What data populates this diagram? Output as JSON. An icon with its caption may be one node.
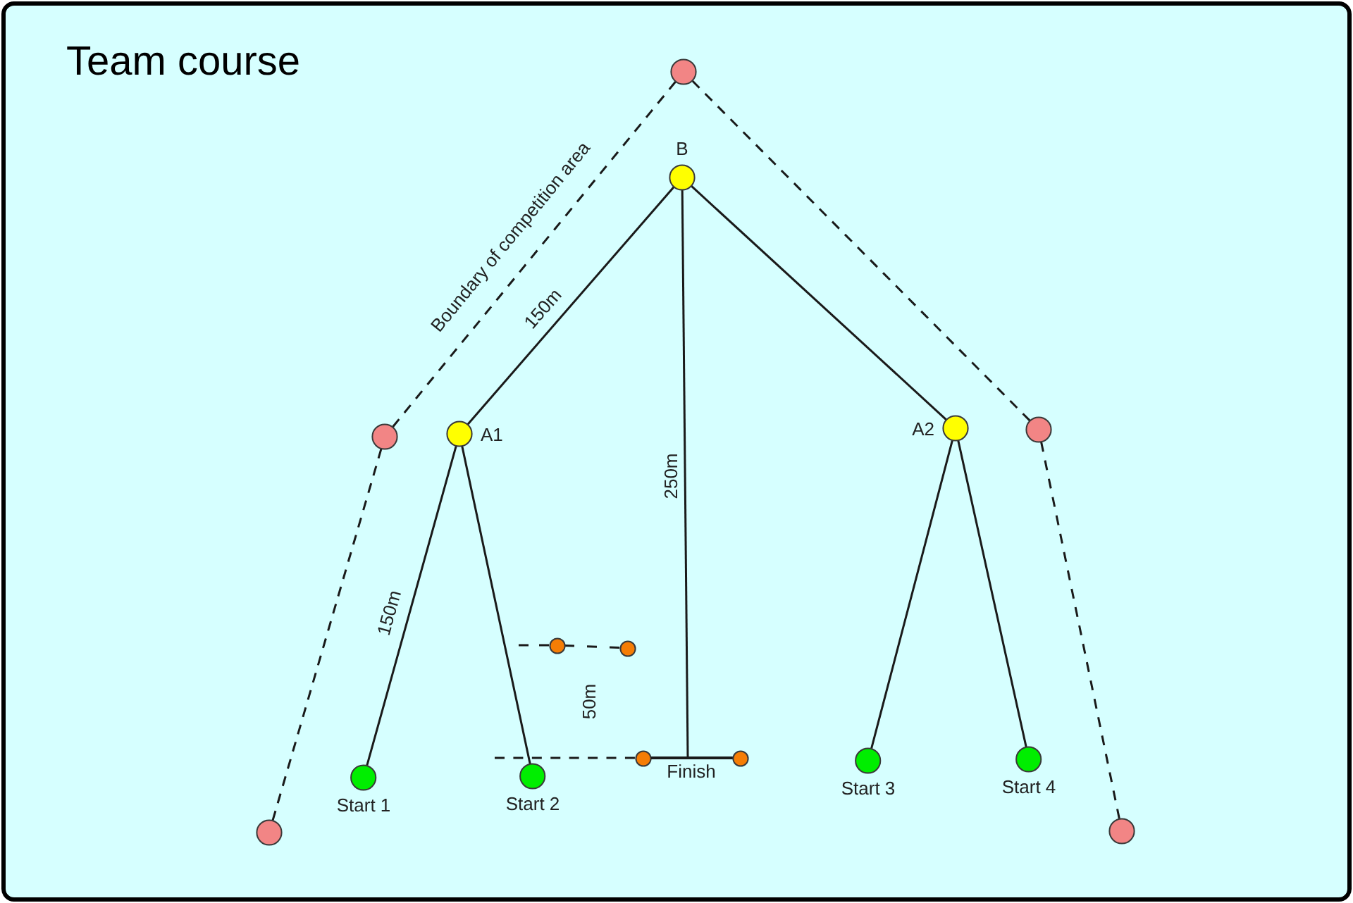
{
  "diagram": {
    "title": "Team course",
    "nodes": [
      {
        "text": [],
        "shape": "circle"
      },
      {
        "text": [
          "B"
        ]
      },
      {
        "text": [],
        "shape": "circle"
      },
      {
        "text": [
          "A1"
        ]
      },
      {
        "text": [
          "A2"
        ]
      },
      {
        "text": [],
        "shape": "circle"
      },
      {
        "text": [],
        "shape": "circle"
      },
      {
        "text": [],
        "shape": "circle"
      },
      {
        "text": [],
        "shape": "circle"
      },
      {
        "text": [
          "Finish"
        ]
      },
      {
        "text": [],
        "shape": "circle"
      },
      {
        "text": [
          "Start 1"
        ]
      },
      {
        "text": [
          "Start 2"
        ]
      },
      {
        "text": [
          "Start 3"
        ]
      },
      {
        "text": [
          "Start 4"
        ]
      },
      {
        "text": [],
        "shape": "circle"
      },
      {
        "text": [],
        "shape": "circle"
      }
    ],
    "edges": [
      {
        "from": 0,
        "to": 2,
        "arrow": "none",
        "style": "dashed",
        "label": "Boundary of competition area"
      },
      {
        "from": 2,
        "to": 15,
        "arrow": "none",
        "style": "dashed"
      },
      {
        "from": 0,
        "to": 5,
        "arrow": "none",
        "style": "dashed"
      },
      {
        "from": 5,
        "to": 16,
        "arrow": "none",
        "style": "dashed"
      },
      {
        "from": 1,
        "to": 3,
        "arrow": "none",
        "label": "150m"
      },
      {
        "from": 1,
        "to": 9,
        "arrow": "none",
        "label": "250m"
      },
      {
        "from": 1,
        "to": 4,
        "arrow": "none"
      },
      {
        "from": 3,
        "to": 11,
        "arrow": "none",
        "label": "150m"
      },
      {
        "from": 3,
        "to": 12,
        "arrow": "none"
      },
      {
        "from": 4,
        "to": 13,
        "arrow": "none"
      },
      {
        "from": 4,
        "to": 14,
        "arrow": "none"
      },
      {
        "from": null,
        "to": 6,
        "arrow": "none",
        "style": "dashed"
      },
      {
        "from": 6,
        "to": 7,
        "arrow": "none",
        "style": "dashed"
      },
      {
        "from": null,
        "to": 8,
        "arrow": "none",
        "style": "dashed"
      }
    ],
    "labels": [
      "50m"
    ]
  }
}
